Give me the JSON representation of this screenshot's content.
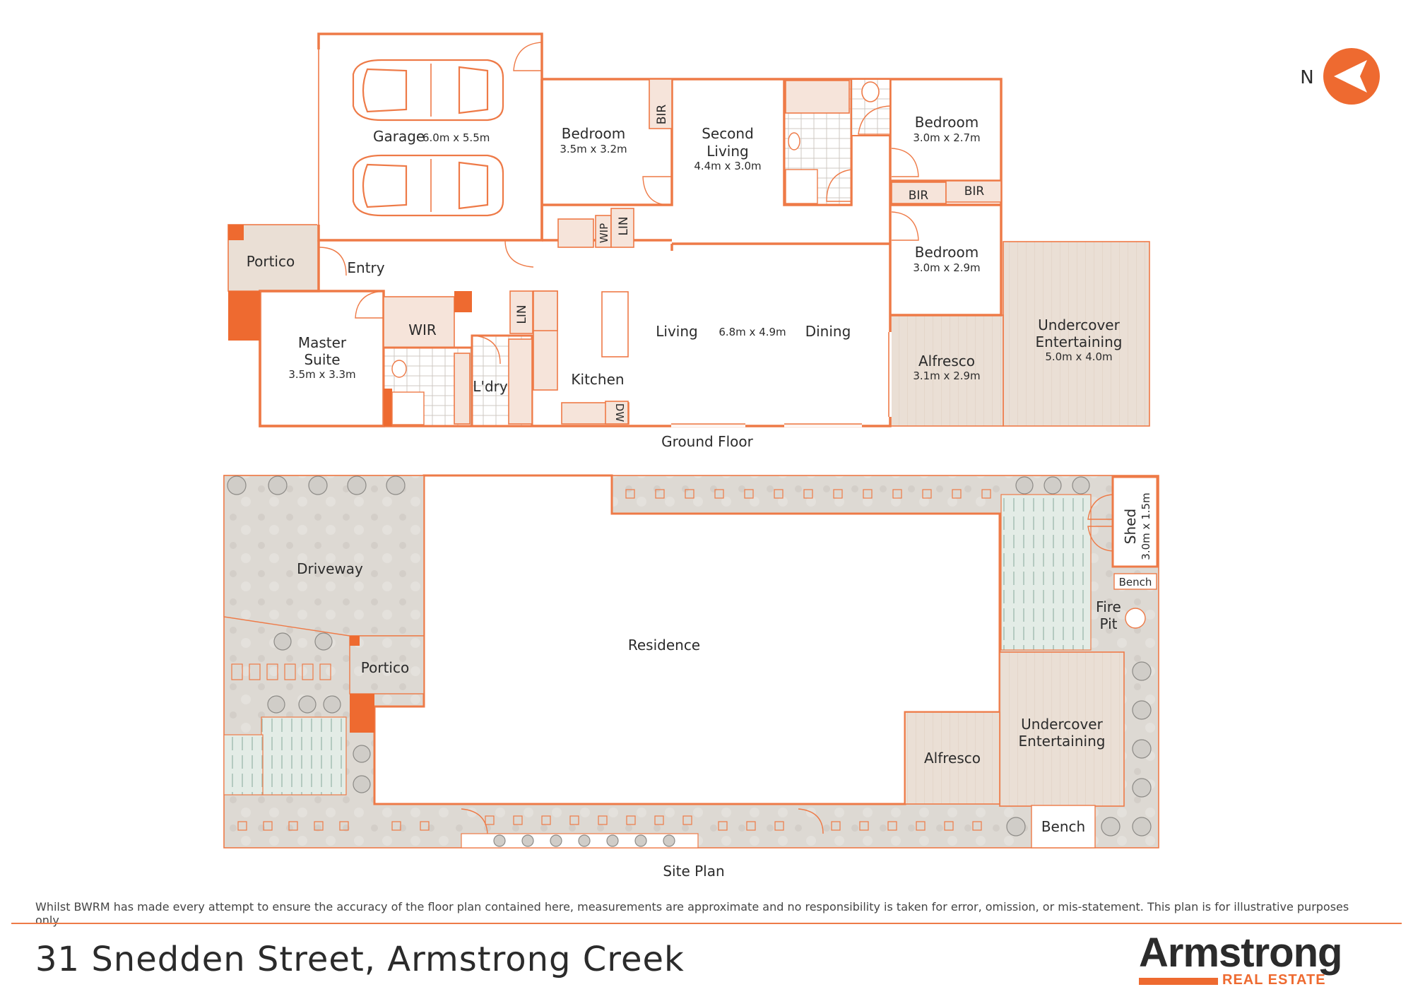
{
  "colors": {
    "accent": "#ee7a47",
    "solid": "#ee6a30",
    "text": "#2b2b2b"
  },
  "compass": {
    "label": "N"
  },
  "ground_floor": {
    "caption": "Ground Floor",
    "garage": {
      "name": "Garage",
      "size": "6.0m x 5.5m"
    },
    "bedroom1": {
      "name": "Bedroom",
      "size": "3.5m x 3.2m"
    },
    "bir1": "BIR",
    "second_living": {
      "name_line1": "Second",
      "name_line2": "Living",
      "size": "4.4m x 3.0m"
    },
    "bedroom2": {
      "name": "Bedroom",
      "size": "3.0m x 2.7m"
    },
    "bir2": "BIR",
    "bir3": "BIR",
    "bedroom3": {
      "name": "Bedroom",
      "size": "3.0m x 2.9m"
    },
    "wip": "WIP",
    "lin1": "LIN",
    "portico": "Portico",
    "entry": "Entry",
    "master": {
      "name_line1": "Master",
      "name_line2": "Suite",
      "size": "3.5m x 3.3m"
    },
    "wir": "WIR",
    "lin2": "LIN",
    "laundry": "L'dry",
    "kitchen": "Kitchen",
    "dw": "DW",
    "living": "Living",
    "living_size": "6.8m x 4.9m",
    "dining": "Dining",
    "alfresco": {
      "name": "Alfresco",
      "size": "3.1m x 2.9m"
    },
    "undercover": {
      "name_line1": "Undercover",
      "name_line2": "Entertaining",
      "size": "5.0m x 4.0m"
    }
  },
  "site_plan": {
    "caption": "Site Plan",
    "driveway": "Driveway",
    "portico": "Portico",
    "residence": "Residence",
    "shed": {
      "name": "Shed",
      "size": "3.0m x 1.5m"
    },
    "bench1": "Bench",
    "fire_pit": {
      "line1": "Fire",
      "line2": "Pit"
    },
    "undercover": {
      "line1": "Undercover",
      "line2": "Entertaining"
    },
    "alfresco": "Alfresco",
    "bench2": "Bench"
  },
  "disclaimer": "Whilst BWRM  has made every attempt to ensure the accuracy of the floor plan contained here, measurements are approximate and no responsibility is taken for error, omission, or mis-statement. This plan is for illustrative purposes only.",
  "address": "31 Snedden Street, Armstrong Creek",
  "brand": {
    "name": "Armstrong",
    "tagline": "REAL ESTATE"
  }
}
